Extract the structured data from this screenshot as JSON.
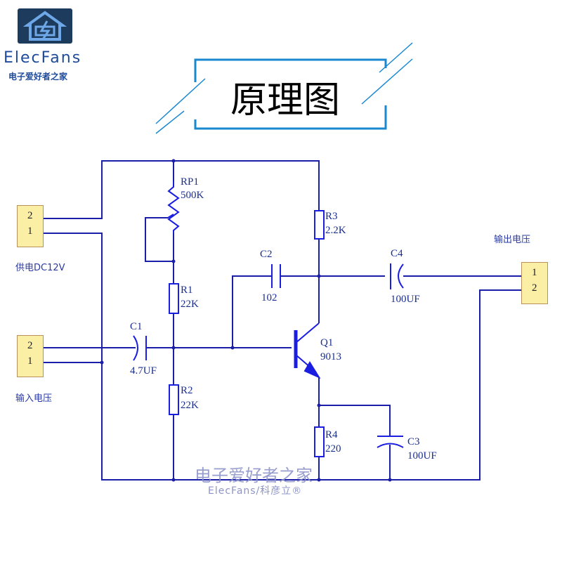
{
  "logo": {
    "name": "ElecFans",
    "subtitle": "电子爱好者之家"
  },
  "title": "原理图",
  "connectors": {
    "power": {
      "label": "供电DC12V",
      "pins": [
        "2",
        "1"
      ]
    },
    "input": {
      "label": "输入电压",
      "pins": [
        "2",
        "1"
      ]
    },
    "output": {
      "label": "输出电压",
      "pins": [
        "1",
        "2"
      ]
    }
  },
  "components": {
    "RP1": {
      "ref": "RP1",
      "value": "500K"
    },
    "R1": {
      "ref": "R1",
      "value": "22K"
    },
    "R2": {
      "ref": "R2",
      "value": "22K"
    },
    "R3": {
      "ref": "R3",
      "value": "2.2K"
    },
    "R4": {
      "ref": "R4",
      "value": "220"
    },
    "C1": {
      "ref": "C1",
      "value": "4.7UF"
    },
    "C2": {
      "ref": "C2",
      "value": "102"
    },
    "C3": {
      "ref": "C3",
      "value": "100UF"
    },
    "C4": {
      "ref": "C4",
      "value": "100UF"
    },
    "Q1": {
      "ref": "Q1",
      "value": "9013"
    }
  },
  "watermark": {
    "line1": "电子爱好者之家",
    "line2": "ElecFans/科彦立®"
  },
  "colors": {
    "wire": "#1a1ea8",
    "accent": "#1a88d0",
    "connector_fill": "#fbefa6"
  }
}
